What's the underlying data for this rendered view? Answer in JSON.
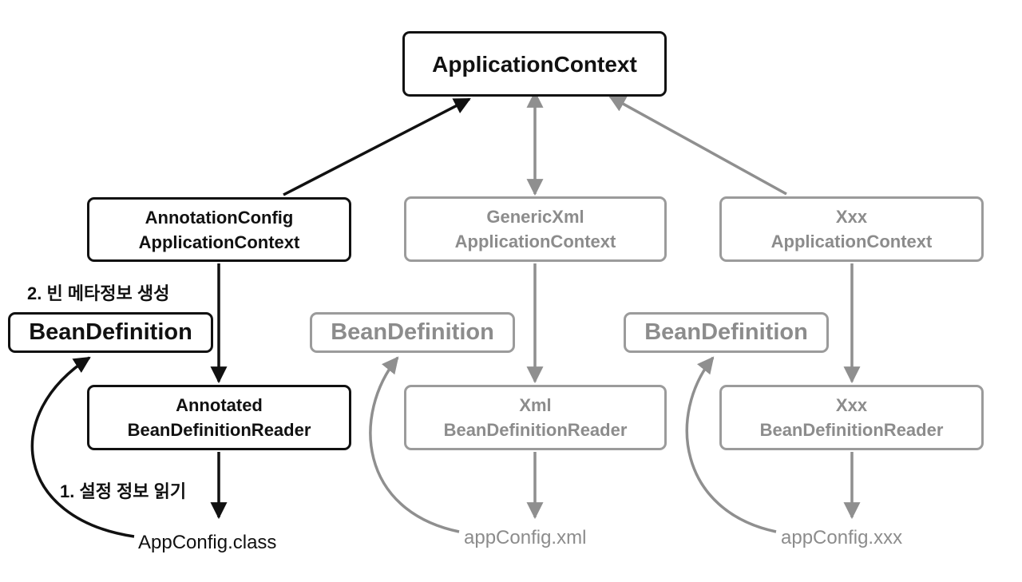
{
  "colors": {
    "active": "#111111",
    "inactive": "#9b9b9b",
    "inactive_text": "#8c8c8c"
  },
  "root": {
    "label": "ApplicationContext"
  },
  "columns": [
    {
      "context": {
        "line1": "AnnotationConfig",
        "line2": "ApplicationContext"
      },
      "definition": "BeanDefinition",
      "reader": {
        "line1": "Annotated",
        "line2": "BeanDefinitionReader"
      },
      "source": "AppConfig.class",
      "state": "active"
    },
    {
      "context": {
        "line1": "GenericXml",
        "line2": "ApplicationContext"
      },
      "definition": "BeanDefinition",
      "reader": {
        "line1": "Xml",
        "line2": "BeanDefinitionReader"
      },
      "source": "appConfig.xml",
      "state": "inactive"
    },
    {
      "context": {
        "line1": "Xxx",
        "line2": "ApplicationContext"
      },
      "definition": "BeanDefinition",
      "reader": {
        "line1": "Xxx",
        "line2": "BeanDefinitionReader"
      },
      "source": "appConfig.xxx",
      "state": "inactive"
    }
  ],
  "steps": {
    "create_metadata": "2. 빈 메타정보 생성",
    "read_config": "1. 설정 정보 읽기"
  }
}
